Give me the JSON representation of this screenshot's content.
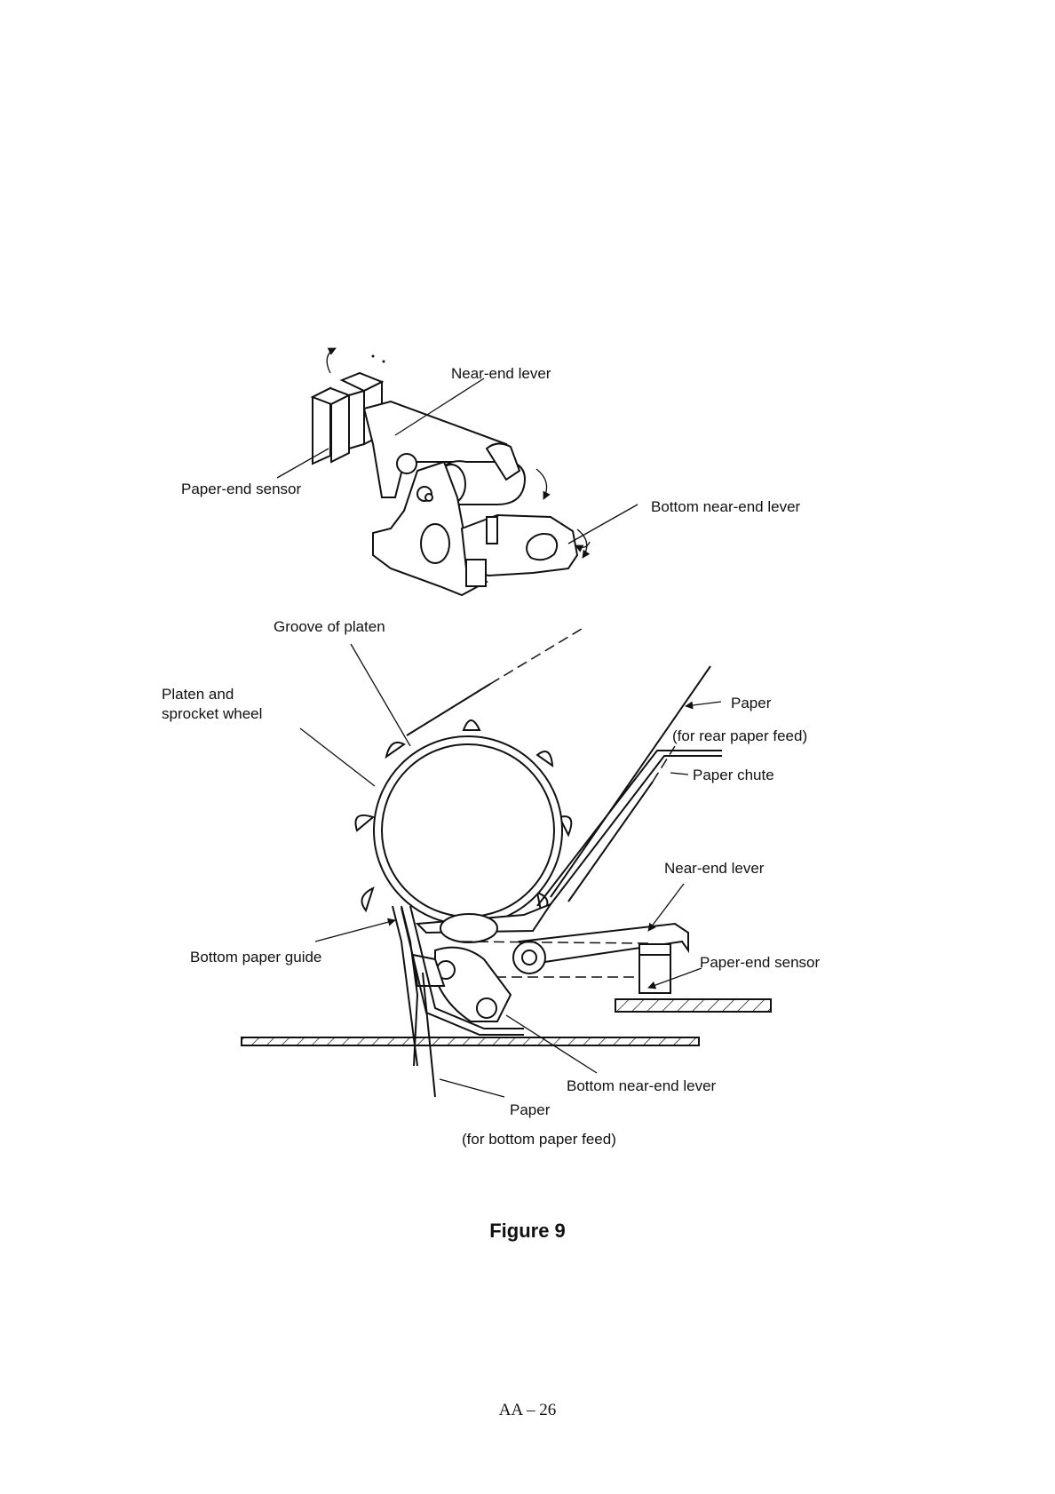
{
  "labels": {
    "near_end_lever_top": "Near-end lever",
    "paper_end_sensor_top": "Paper-end sensor",
    "bottom_near_end_lever_top": "Bottom near-end lever",
    "groove_of_platen": "Groove of platen",
    "platen_line1": "Platen and",
    "platen_line2": "sprocket wheel",
    "paper_rear": "Paper",
    "paper_rear_sub": "(for rear paper feed)",
    "paper_chute": "Paper chute",
    "near_end_lever_bottom": "Near-end lever",
    "bottom_paper_guide": "Bottom paper guide",
    "paper_end_sensor_bottom": "Paper-end sensor",
    "bottom_near_end_lever_bottom": "Bottom near-end lever",
    "paper_bottom": "Paper",
    "paper_bottom_sub": "(for bottom paper feed)"
  },
  "caption": "Figure 9",
  "page_number": "AA – 26"
}
